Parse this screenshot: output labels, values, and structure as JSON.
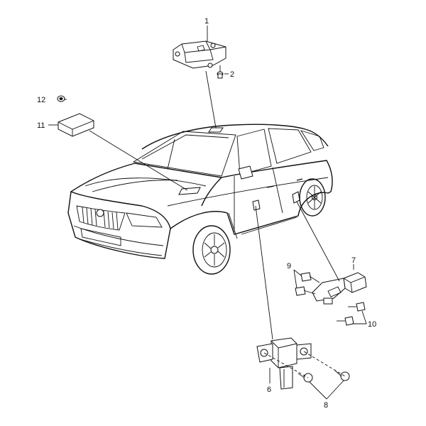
{
  "callouts": [
    {
      "id": "1",
      "text": "1"
    },
    {
      "id": "2",
      "text": "2"
    },
    {
      "id": "6",
      "text": "6"
    },
    {
      "id": "7",
      "text": "7"
    },
    {
      "id": "8",
      "text": "8"
    },
    {
      "id": "9",
      "text": "9"
    },
    {
      "id": "10",
      "text": "10"
    },
    {
      "id": "11",
      "text": "11"
    },
    {
      "id": "12",
      "text": "12"
    }
  ],
  "colors": {
    "line": "#111111",
    "background": "#ffffff"
  }
}
